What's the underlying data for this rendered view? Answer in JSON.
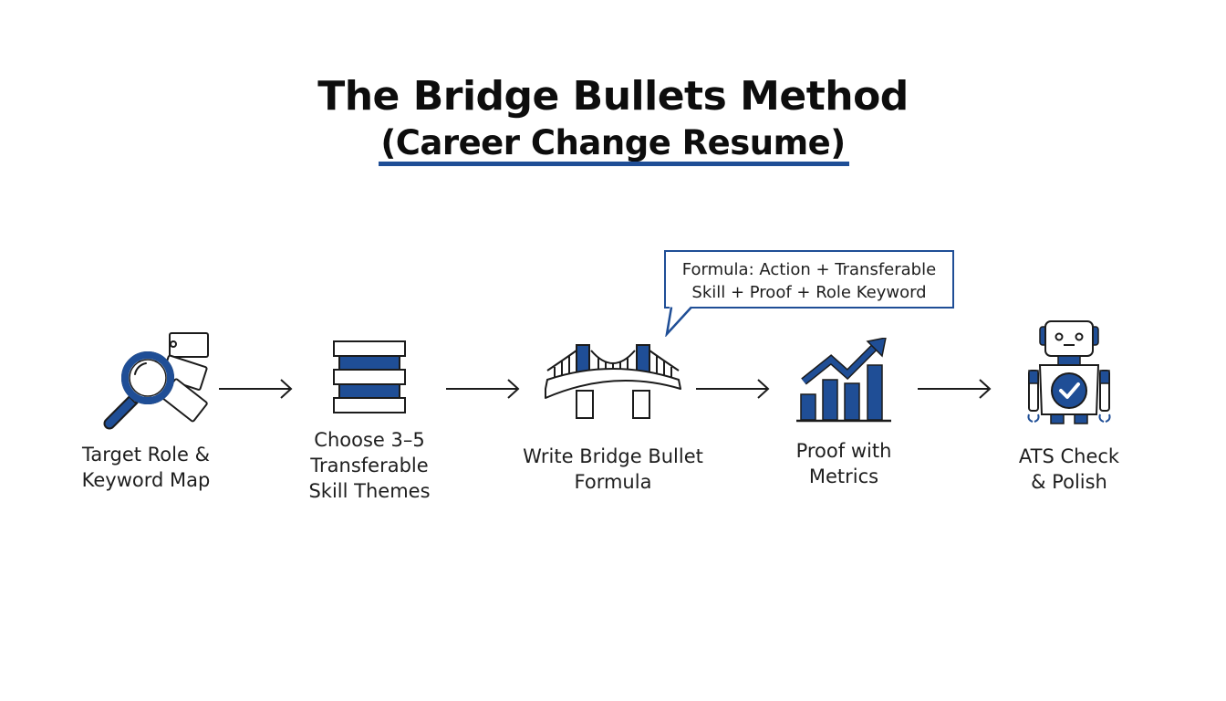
{
  "title": {
    "line1": "The Bridge Bullets Method",
    "line2": "(Career Change Resume)"
  },
  "colors": {
    "accent": "#1f4e96",
    "outline": "#1b1b1b",
    "background": "#ffffff"
  },
  "callout": {
    "text": "Formula: Action + Transferable\nSkill + Proof + Role Keyword",
    "points_to": "step-3"
  },
  "steps": [
    {
      "id": "step-1",
      "icon": "magnifier-tags-icon",
      "label": "Target Role &\nKeyword Map"
    },
    {
      "id": "step-2",
      "icon": "stacked-layers-icon",
      "label": "Choose 3–5\nTransferable\nSkill Themes"
    },
    {
      "id": "step-3",
      "icon": "bridge-icon",
      "label": "Write Bridge Bullet\nFormula"
    },
    {
      "id": "step-4",
      "icon": "bar-chart-growth-icon",
      "label": "Proof with\nMetrics"
    },
    {
      "id": "step-5",
      "icon": "robot-check-icon",
      "label": "ATS Check\n& Polish"
    }
  ],
  "connectors": [
    {
      "from": "step-1",
      "to": "step-2",
      "icon": "arrow-right-icon"
    },
    {
      "from": "step-2",
      "to": "step-3",
      "icon": "arrow-right-icon"
    },
    {
      "from": "step-3",
      "to": "step-4",
      "icon": "arrow-right-icon"
    },
    {
      "from": "step-4",
      "to": "step-5",
      "icon": "arrow-right-icon"
    }
  ]
}
